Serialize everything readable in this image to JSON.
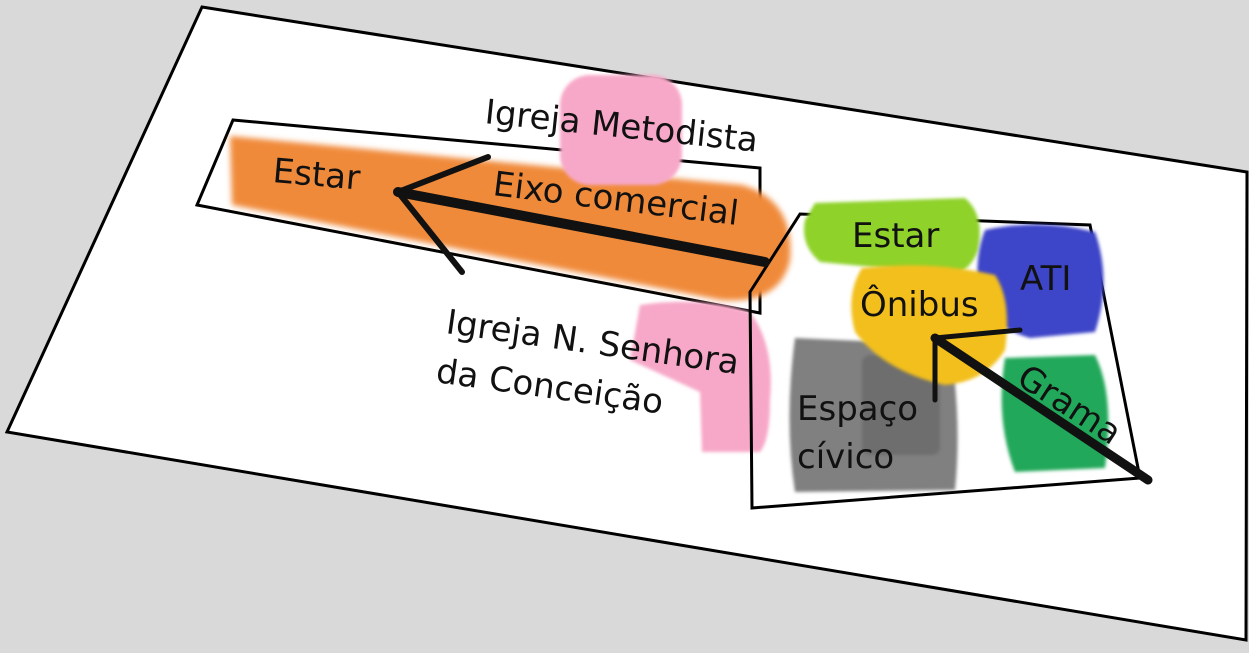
{
  "colors": {
    "background": "#d9d9d9",
    "sheet": "#ffffff",
    "outline": "#000000",
    "commercial_axis": "#f08a3a",
    "church": "#f7a8c8",
    "green_estar": "#8fd22c",
    "ati": "#3c45c8",
    "bus": "#f2bf1a",
    "civic": "#808080",
    "grass": "#22a85a",
    "arrow": "#111111"
  },
  "labels": {
    "igreja_metodista": "Igreja Metodista",
    "estar_left": "Estar",
    "eixo_comercial": "Eixo comercial",
    "igreja_nsc_line1": "Igreja N. Senhora",
    "igreja_nsc_line2": "da Conceição",
    "estar_right": "Estar",
    "ati": "ATI",
    "onibus": "Ônibus",
    "espaco_line1": "Espaço",
    "espaco_line2": "cívico",
    "grama": "Grama"
  }
}
